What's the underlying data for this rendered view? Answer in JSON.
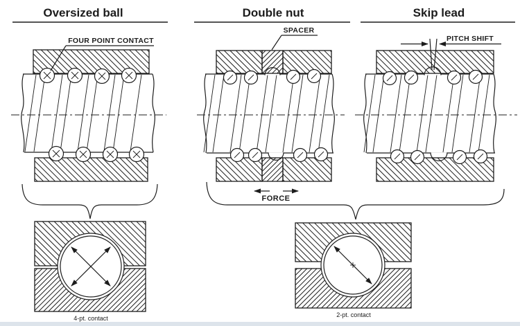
{
  "figure": {
    "methods": [
      {
        "id": "oversized-ball",
        "title": "Oversized ball",
        "callout": "FOUR POINT CONTACT"
      },
      {
        "id": "double-nut",
        "title": "Double nut",
        "callout": "SPACER",
        "force_label": "FORCE"
      },
      {
        "id": "skip-lead",
        "title": "Skip lead",
        "callout": "PITCH SHIFT"
      }
    ],
    "details": [
      {
        "id": "four-point-detail",
        "caption": "4-pt. contact",
        "contact_points": 4
      },
      {
        "id": "two-point-detail",
        "caption": "2-pt. contact",
        "contact_points": 2
      }
    ],
    "colors": {
      "ink": "#1c1c1c",
      "paper": "#ffffff",
      "footer_strip": "#dde4eb"
    }
  }
}
